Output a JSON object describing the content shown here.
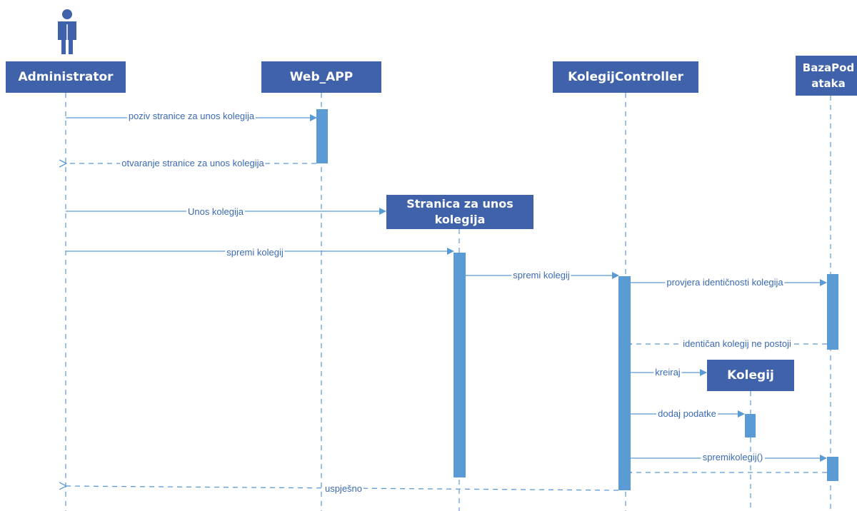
{
  "participants": {
    "administrator": "Administrator",
    "web_app": "Web_APP",
    "controller": "KolegijController",
    "database": "BazaPodataka",
    "page": "Stranica za unos kolegija",
    "kolegij": "Kolegij"
  },
  "icons": {
    "actor": "person-icon"
  },
  "messages": [
    {
      "label": "poziv stranice za unos kolegija",
      "kind": "sync"
    },
    {
      "label": "otvaranje stranice za unos kolegija",
      "kind": "return"
    },
    {
      "label": "Unos kolegija",
      "kind": "create"
    },
    {
      "label": "spremi kolegij",
      "kind": "sync"
    },
    {
      "label": "spremi kolegij",
      "kind": "sync"
    },
    {
      "label": "provjera identičnosti kolegija",
      "kind": "sync"
    },
    {
      "label": "identičan kolegij ne postoji",
      "kind": "return"
    },
    {
      "label": "kreiraj",
      "kind": "create"
    },
    {
      "label": "dodaj podatke",
      "kind": "sync"
    },
    {
      "label": "spremikolegij()",
      "kind": "sync"
    },
    {
      "label": "uspješno",
      "kind": "return"
    }
  ],
  "colors": {
    "header": "#3f62ab",
    "activation": "#5b9bd5",
    "line": "#5b9bd5",
    "text": "#3a6ab4"
  }
}
